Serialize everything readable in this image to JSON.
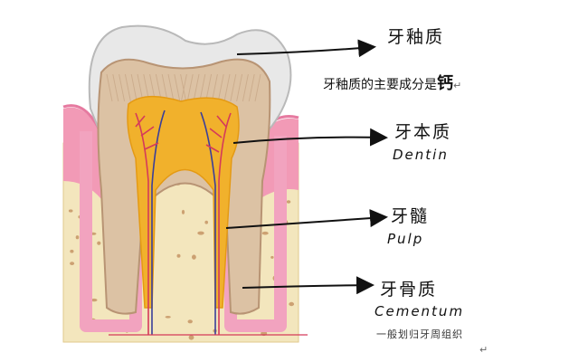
{
  "labels": {
    "enamel": {
      "zh": "牙釉质"
    },
    "enamel_note": {
      "text": "牙釉质的主要成分是",
      "emphasis": "钙"
    },
    "dentin": {
      "zh": "牙本质",
      "en": "Dentin"
    },
    "pulp": {
      "zh": "牙髓",
      "en": "Pulp"
    },
    "cementum": {
      "zh": "牙骨质",
      "en": "Cementum",
      "note": "一般划归牙周组织"
    }
  },
  "edit_marks": {
    "return_mark": "↵"
  },
  "colors": {
    "enamel": "#e6e6e6",
    "dentin": "#dcc2a4",
    "pulp": "#f1b12c",
    "gum": "#f29ab6",
    "bone": "#f3e6bd",
    "bone_spots": "#c08a5a",
    "vessel_red": "#d53a5a",
    "vessel_blue": "#3a3f9a",
    "arrow": "#111111"
  }
}
